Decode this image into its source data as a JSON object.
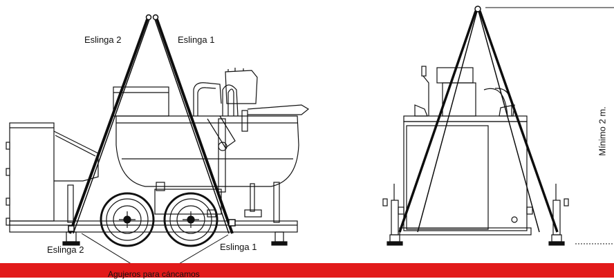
{
  "labels": {
    "sling_2_top": "Eslinga 2",
    "sling_1_top": "Eslinga 1",
    "sling_2_bottom": "Eslinga 2",
    "sling_1_bottom": "Eslinga 1",
    "lifting_holes": "Agujeros para cáncamos",
    "minimum_height": "Mínimo 2 m."
  },
  "colors": {
    "line": "#111111",
    "sling": "#0d0d0d",
    "bar": "#e21a1a"
  }
}
